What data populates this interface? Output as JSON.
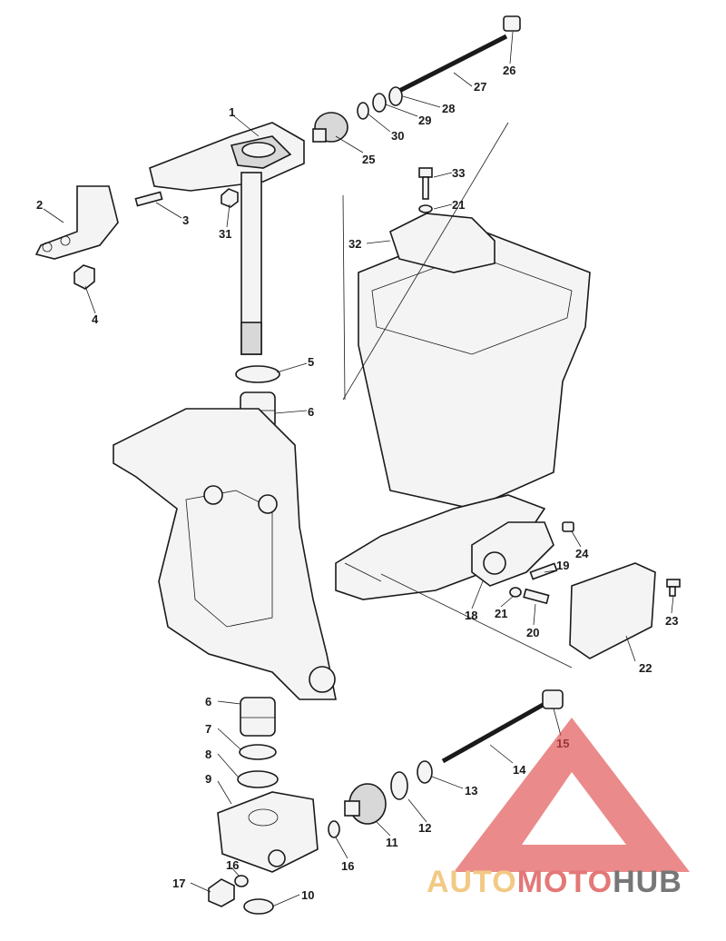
{
  "diagram": {
    "callouts": [
      {
        "id": "c1",
        "label": "1"
      },
      {
        "id": "c2",
        "label": "2"
      },
      {
        "id": "c3",
        "label": "3"
      },
      {
        "id": "c4",
        "label": "4"
      },
      {
        "id": "c5",
        "label": "5"
      },
      {
        "id": "c6a",
        "label": "6"
      },
      {
        "id": "c6b",
        "label": "6"
      },
      {
        "id": "c7",
        "label": "7"
      },
      {
        "id": "c8",
        "label": "8"
      },
      {
        "id": "c9",
        "label": "9"
      },
      {
        "id": "c10",
        "label": "10"
      },
      {
        "id": "c11",
        "label": "11"
      },
      {
        "id": "c12",
        "label": "12"
      },
      {
        "id": "c13",
        "label": "13"
      },
      {
        "id": "c14",
        "label": "14"
      },
      {
        "id": "c15",
        "label": "15"
      },
      {
        "id": "c16a",
        "label": "16"
      },
      {
        "id": "c16b",
        "label": "16"
      },
      {
        "id": "c17",
        "label": "17"
      },
      {
        "id": "c18",
        "label": "18"
      },
      {
        "id": "c19",
        "label": "19"
      },
      {
        "id": "c20",
        "label": "20"
      },
      {
        "id": "c21a",
        "label": "21"
      },
      {
        "id": "c21b",
        "label": "21"
      },
      {
        "id": "c22",
        "label": "22"
      },
      {
        "id": "c23",
        "label": "23"
      },
      {
        "id": "c24",
        "label": "24"
      },
      {
        "id": "c25",
        "label": "25"
      },
      {
        "id": "c26",
        "label": "26"
      },
      {
        "id": "c27",
        "label": "27"
      },
      {
        "id": "c28",
        "label": "28"
      },
      {
        "id": "c29",
        "label": "29"
      },
      {
        "id": "c30",
        "label": "30"
      },
      {
        "id": "c31",
        "label": "31"
      },
      {
        "id": "c32",
        "label": "32"
      },
      {
        "id": "c33",
        "label": "33"
      }
    ]
  },
  "watermark": {
    "part1": "AUTO",
    "part2": "MOTO",
    "part3": "HUB",
    "colors": {
      "part1": "#f0c070",
      "part2": "#e06060",
      "part3": "#606060",
      "triangle": "#e04848"
    }
  }
}
